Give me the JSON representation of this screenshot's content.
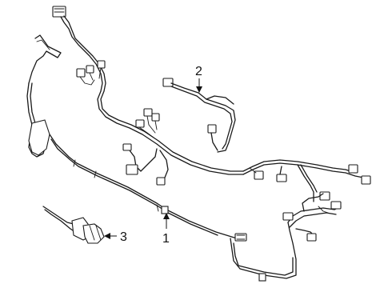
{
  "diagram": {
    "callouts": [
      {
        "id": "1",
        "label": "1"
      },
      {
        "id": "2",
        "label": "2"
      },
      {
        "id": "3",
        "label": "3"
      }
    ]
  },
  "colors": {
    "line": "#1a1a1a",
    "background": "#ffffff"
  }
}
